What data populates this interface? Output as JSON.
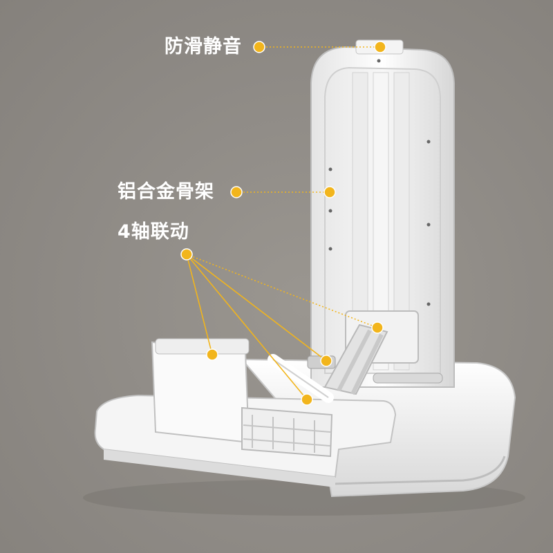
{
  "annotations": [
    {
      "id": "anti-slip",
      "text": "防滑静音"
    },
    {
      "id": "aluminum",
      "text": "铝合金骨架"
    },
    {
      "id": "linkage",
      "text": "4轴联动"
    }
  ],
  "colors": {
    "background": "#8e8b86",
    "marker": "#f2b51c",
    "product": "#f2f2f2",
    "label_text": "#ffffff"
  }
}
